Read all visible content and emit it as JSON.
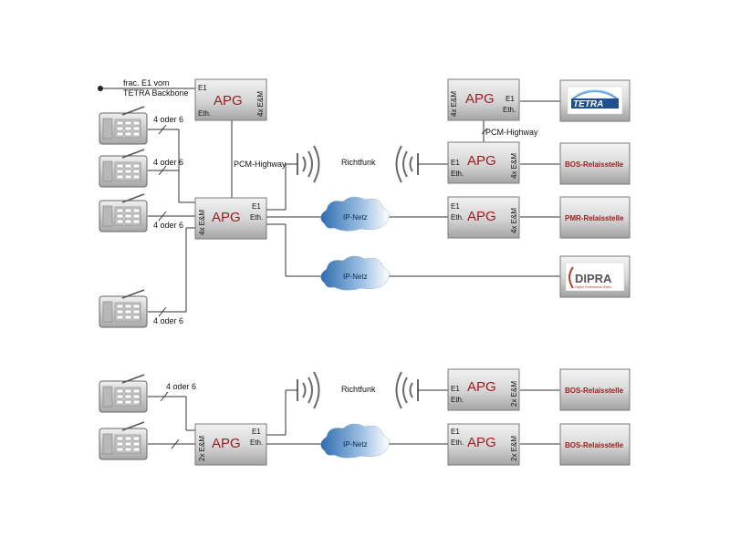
{
  "labels": {
    "frac_line1": "frac. E1 vom",
    "frac_line2": "TETRA Backbone",
    "pcm_highway": "PCM-Highway",
    "richtfunk": "Richtfunk",
    "ip_netz": "IP-Netz",
    "four_or_six": "4 oder 6"
  },
  "apg": {
    "title": "APG",
    "e1": "E1",
    "eth": "Eth.",
    "em4": "4x E&M",
    "em2": "2x E&M"
  },
  "external": {
    "tetra": "TETRA",
    "bos": "BOS-Relaisstelle",
    "pmr": "PMR-Relaisstelle",
    "dipra": "DIPRA",
    "dipra_sub": "Digital Professional Radio"
  },
  "colors": {
    "apg_text": "#9a1b1b",
    "box_light": "#e8e8e8",
    "box_dark": "#a8a8a8",
    "cloud_dark": "#2f6db0",
    "tetra_blue": "#1f4f8f"
  }
}
